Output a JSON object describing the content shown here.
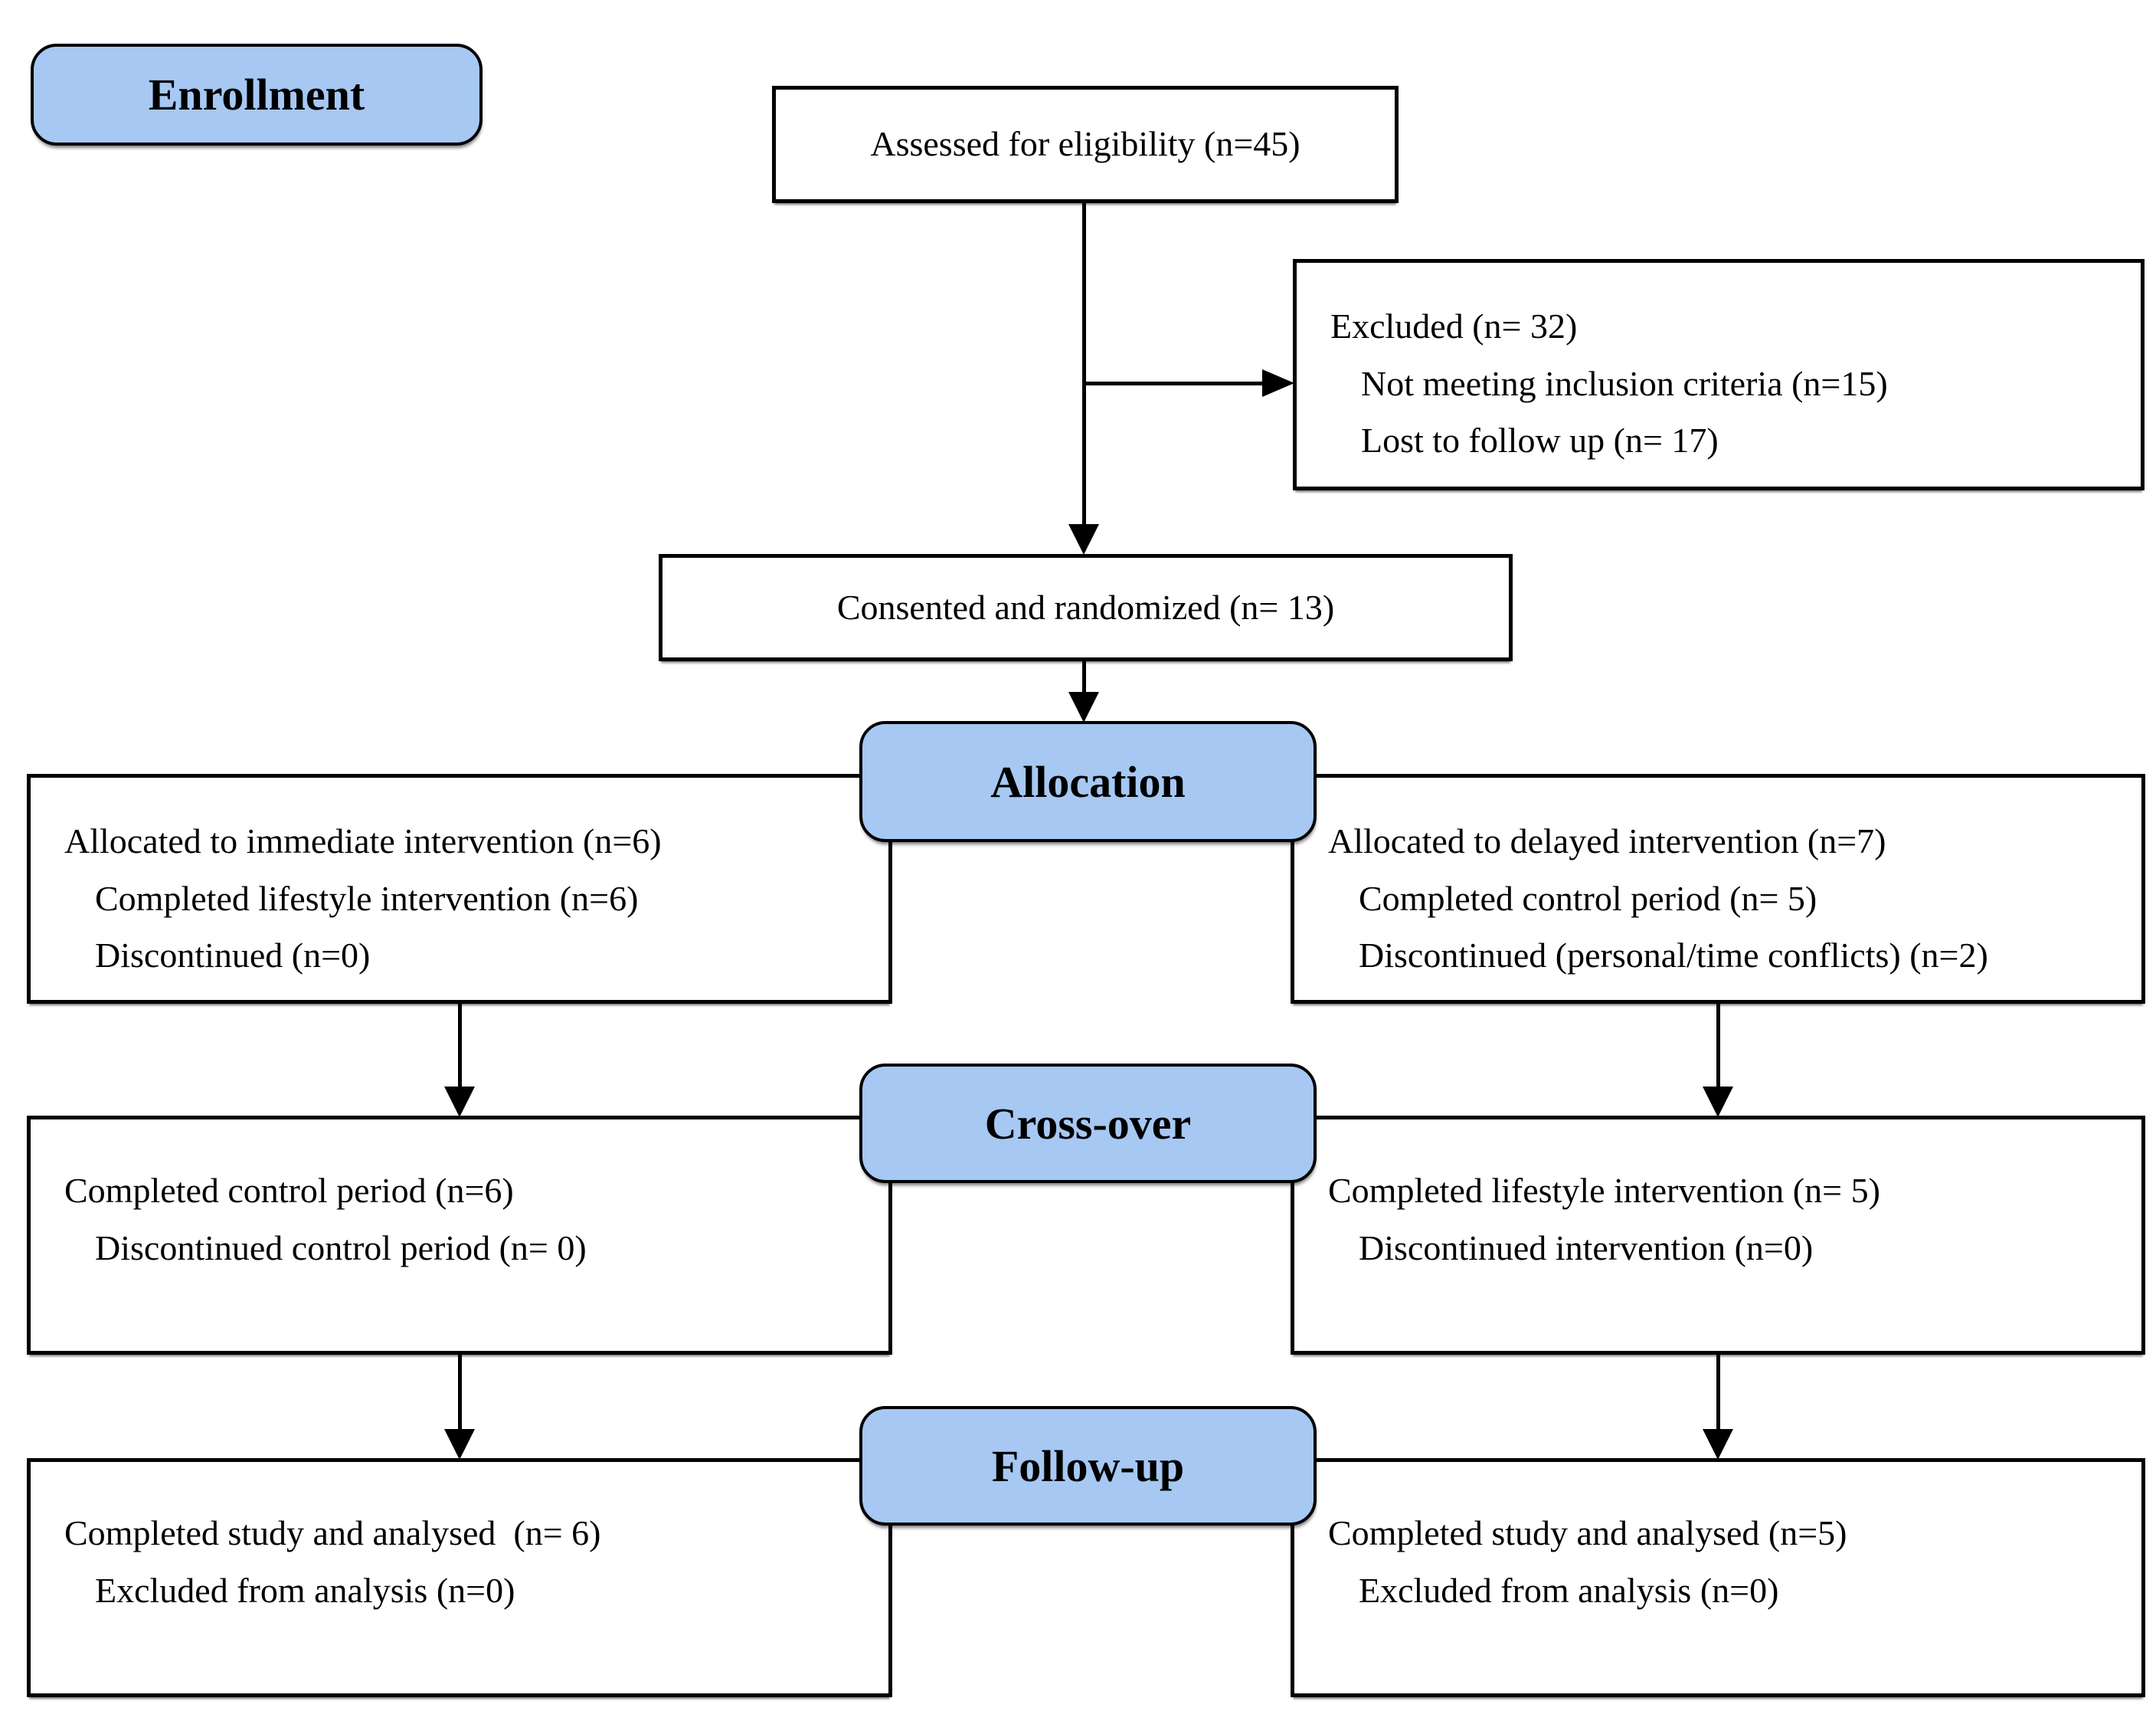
{
  "diagram": {
    "stages": {
      "enrollment": {
        "label": "Enrollment"
      },
      "allocation": {
        "label": "Allocation"
      },
      "crossover": {
        "label": "Cross-over"
      },
      "followup": {
        "label": "Follow-up"
      }
    },
    "boxes": {
      "assessed": {
        "lines": [
          "Assessed for eligibility (n=45)"
        ]
      },
      "excluded": {
        "lines": [
          "Excluded (n= 32)",
          "Not meeting inclusion criteria (n=15)",
          "Lost to follow up (n= 17)"
        ]
      },
      "consented": {
        "lines": [
          "Consented and randomized (n= 13)"
        ]
      },
      "allocated_immediate": {
        "lines": [
          "Allocated to immediate intervention (n=6)",
          "Completed lifestyle intervention (n=6)",
          "Discontinued (n=0)"
        ]
      },
      "allocated_delayed": {
        "lines": [
          "Allocated to delayed intervention (n=7)",
          "Completed control period (n= 5)",
          "Discontinued (personal/time conflicts) (n=2)"
        ]
      },
      "crossover_left": {
        "lines": [
          "Completed control period (n=6)",
          "Discontinued control period (n= 0)"
        ]
      },
      "crossover_right": {
        "lines": [
          "Completed lifestyle intervention (n= 5)",
          "Discontinued intervention (n=0)"
        ]
      },
      "followup_left": {
        "lines": [
          "Completed study and analysed  (n= 6)",
          "Excluded from analysis (n=0)"
        ]
      },
      "followup_right": {
        "lines": [
          "Completed study and analysed (n=5)",
          "Excluded from analysis (n=0)"
        ]
      }
    },
    "colors": {
      "stage_fill": "#A6C8F3",
      "line_color": "#000000",
      "background": "#FFFFFF"
    }
  }
}
